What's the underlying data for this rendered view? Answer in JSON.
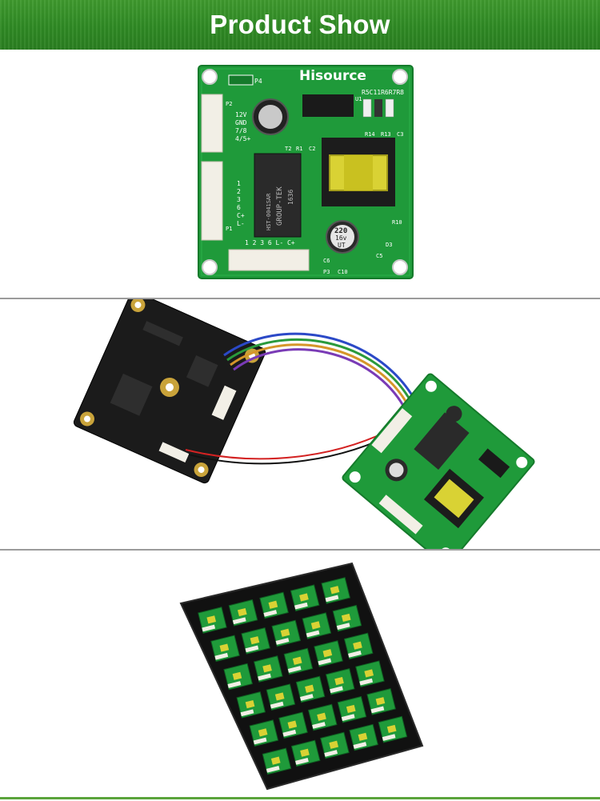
{
  "header": {
    "title": "Product Show"
  },
  "photo1": {
    "brand": "Hisource",
    "labels": {
      "p4": "P4",
      "p2": "P2",
      "p1": "P1",
      "p3": "P3",
      "u1": "U1",
      "t2": "T2",
      "r1": "R1",
      "c2": "C2",
      "r14": "R14",
      "r13": "R13",
      "c3": "C3",
      "r10": "R10",
      "d3": "D3",
      "c5": "C5",
      "c6": "C6",
      "c10": "C10",
      "top_right": "R5C11R6R7R8",
      "pins_p2": [
        "12V",
        "GND",
        "7/8",
        "4/5+"
      ],
      "pins_p1": [
        "1",
        "2",
        "3",
        "6",
        "C+",
        "L-"
      ],
      "bottom_pins": "1 2 3 6 L- C+",
      "transformer": [
        "HST-0041SAR",
        "GROUP-TEK",
        "1636"
      ],
      "capacitor": [
        "220",
        "16v",
        "UT"
      ]
    }
  },
  "colors": {
    "header_green": "#2f8a24",
    "pcb_green": "#1f9a3a",
    "pcb_black": "#1b1b1b"
  }
}
